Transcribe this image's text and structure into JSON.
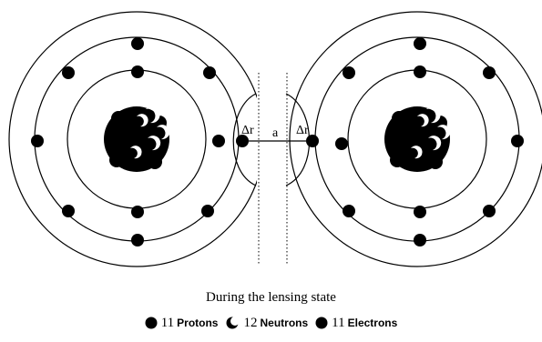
{
  "diagram": {
    "left_atom_delta_label": "Δr",
    "right_atom_delta_label": "Δr",
    "separation_label": "a"
  },
  "caption": "During the lensing state",
  "legend": {
    "protons": {
      "count": "11",
      "label": "Protons"
    },
    "neutrons": {
      "count": "12",
      "label": "Neutrons"
    },
    "electrons": {
      "count": "11",
      "label": "Electrons"
    }
  },
  "colors": {
    "ink": "#000000",
    "background": "#ffffff"
  }
}
